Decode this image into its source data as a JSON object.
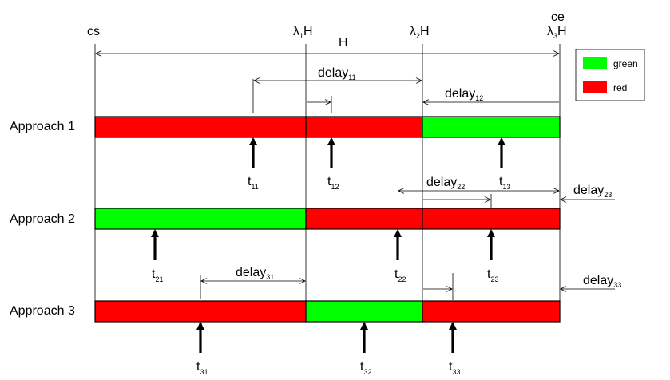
{
  "labels": {
    "cs": "cs",
    "ce": "ce",
    "H": "H",
    "lambda1H": {
      "base": "λ",
      "sub": "1",
      "after": "H"
    },
    "lambda2H": {
      "base": "λ",
      "sub": "2",
      "after": "H"
    },
    "lambda3H": {
      "base": "λ",
      "sub": "3",
      "after": "H"
    }
  },
  "legend": {
    "green": {
      "label": "green",
      "color": "#00ff00"
    },
    "red": {
      "label": "red",
      "color": "#ff0000"
    }
  },
  "approaches": [
    {
      "name": "Approach 1",
      "segments": [
        "red",
        "red",
        "green"
      ]
    },
    {
      "name": "Approach 2",
      "segments": [
        "green",
        "red",
        "red"
      ]
    },
    {
      "name": "Approach 3",
      "segments": [
        "red",
        "green",
        "red"
      ]
    }
  ],
  "arrivals": {
    "t11": {
      "base": "t",
      "sub": "11"
    },
    "t12": {
      "base": "t",
      "sub": "12"
    },
    "t13": {
      "base": "t",
      "sub": "13"
    },
    "t21": {
      "base": "t",
      "sub": "21"
    },
    "t22": {
      "base": "t",
      "sub": "22"
    },
    "t23": {
      "base": "t",
      "sub": "23"
    },
    "t31": {
      "base": "t",
      "sub": "31"
    },
    "t32": {
      "base": "t",
      "sub": "32"
    },
    "t33": {
      "base": "t",
      "sub": "33"
    }
  },
  "delays": {
    "d11": {
      "base": "delay",
      "sub": "11"
    },
    "d12": {
      "base": "delay",
      "sub": "12"
    },
    "d22": {
      "base": "delay",
      "sub": "22"
    },
    "d23": {
      "base": "delay",
      "sub": "23"
    },
    "d31": {
      "base": "delay",
      "sub": "31"
    },
    "d33": {
      "base": "delay",
      "sub": "33"
    }
  }
}
